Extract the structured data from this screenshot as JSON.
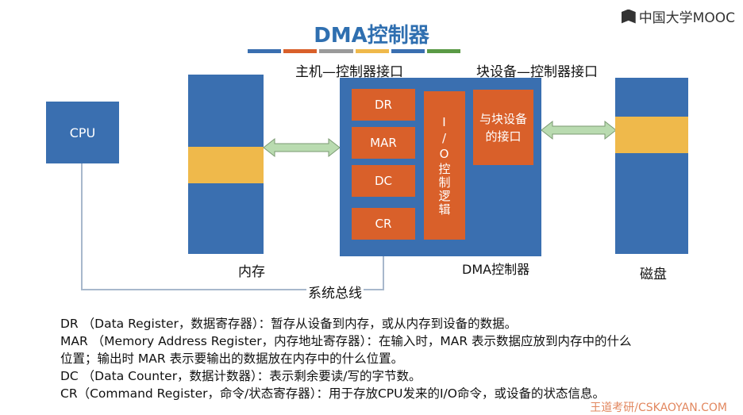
{
  "logo": {
    "text": "中国大学MOOC",
    "icon": "mooc-logo-icon"
  },
  "title": "DMA控制器",
  "title_bar_colors": [
    "#3a6fb0",
    "#d9602a",
    "#9a9a9a",
    "#efb94b",
    "#3a6fb0",
    "#5a9a45"
  ],
  "labels": {
    "host_interface": "主机—控制器接口",
    "device_interface": "块设备—控制器接口",
    "memory": "内存",
    "system_bus": "系统总线",
    "dma_controller": "DMA控制器",
    "disk": "磁盘"
  },
  "boxes": {
    "cpu": "CPU",
    "dr": "DR",
    "mar": "MAR",
    "dc": "DC",
    "cr": "CR",
    "io_logic": "I/O控制逻辑",
    "device_iface": "与块设备的接口"
  },
  "colors": {
    "blue": "#3a6fb0",
    "orange": "#d9602a",
    "yellow": "#efb94b",
    "arrow_green": "#b9dbb0"
  },
  "descriptions": [
    "DR （Data Register，数据寄存器）：暂存从设备到内存，或从内存到设备的数据。",
    "MAR （Memory Address Register，内存地址寄存器）：在输入时，MAR 表示数据应放到内存中的什么",
    "位置；输出时 MAR 表示要输出的数据放在内存中的什么位置。",
    "DC （Data Counter，数据计数器）：表示剩余要读/写的字节数。",
    "CR（Command Register，命令/状态寄存器）：用于存放CPU发来的I/O命令，或设备的状态信息。"
  ],
  "footer": "王道考研/CSKAOYAN.COM"
}
